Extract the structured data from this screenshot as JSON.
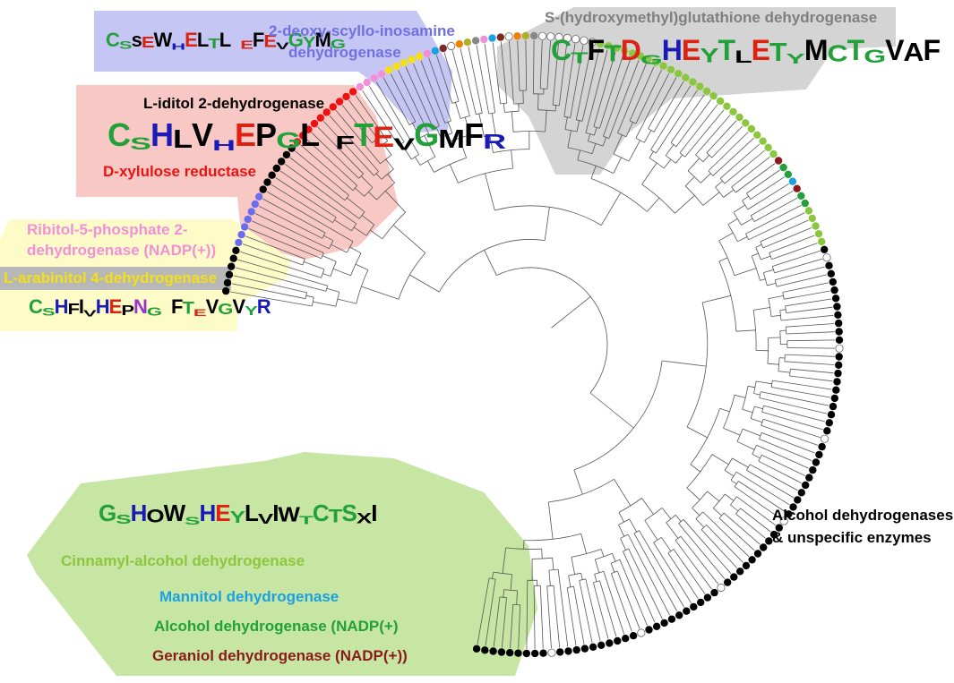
{
  "labels": {
    "deoxy_line1": "2-deoxy-scyllo-inosamine",
    "deoxy_line2": "dehydrogenase",
    "smg": "S-(hydroxymethyl)glutathione dehydrogenase",
    "iditol": "L-iditol 2-dehydrogenase",
    "xylulose": "D-xylulose reductase",
    "ribitol_line1": "Ribitol-5-phosphate 2-",
    "ribitol_line2": "dehydrogenase (NADP(+))",
    "arabinitol": "L-arabinitol 4-dehydrogenase",
    "cinnamyl": "Cinnamyl-alcohol dehydrogenase",
    "mannitol": "Mannitol dehydrogenase",
    "adh_nadp": "Alcohol dehydrogenase (NADP(+)",
    "geraniol": "Geraniol dehydrogenase (NADP(+))",
    "adh_line1": "Alcohol dehydrogenases",
    "adh_line2": "& unspecific enzymes"
  },
  "logos": {
    "deoxy": "CSsEWHELTLEFEVGYMG",
    "smg": "CTFTDGHEYTLETYMCTGVAF",
    "iditol": "CSHLVHEPGLFTEVGMFR",
    "arabinitol": "CSHFIVHEPNGFTEVGVYR",
    "cinnamyl": "GSHOWSHEYLVIWTCTSXI"
  },
  "colors": {
    "deoxy": "#7070e0",
    "deoxy_bg": "#c6c6f4",
    "smg": "#7f7f7f",
    "smg_bg": "#d4d4d4",
    "iditol_bg": "#f8c9c4",
    "xylulose": "#ee1111",
    "ribitol": "#f38fd8",
    "arabinitol": "#f3e016",
    "ribitol_bg": "#fdfcc8",
    "cinnamyl": "#8cc63f",
    "cinnamyl_bg": "#c7e6a3",
    "mannitol": "#1ba1e2",
    "adh_nadp": "#22a03a",
    "geraniol": "#8b1a1a",
    "black": "#000000"
  }
}
